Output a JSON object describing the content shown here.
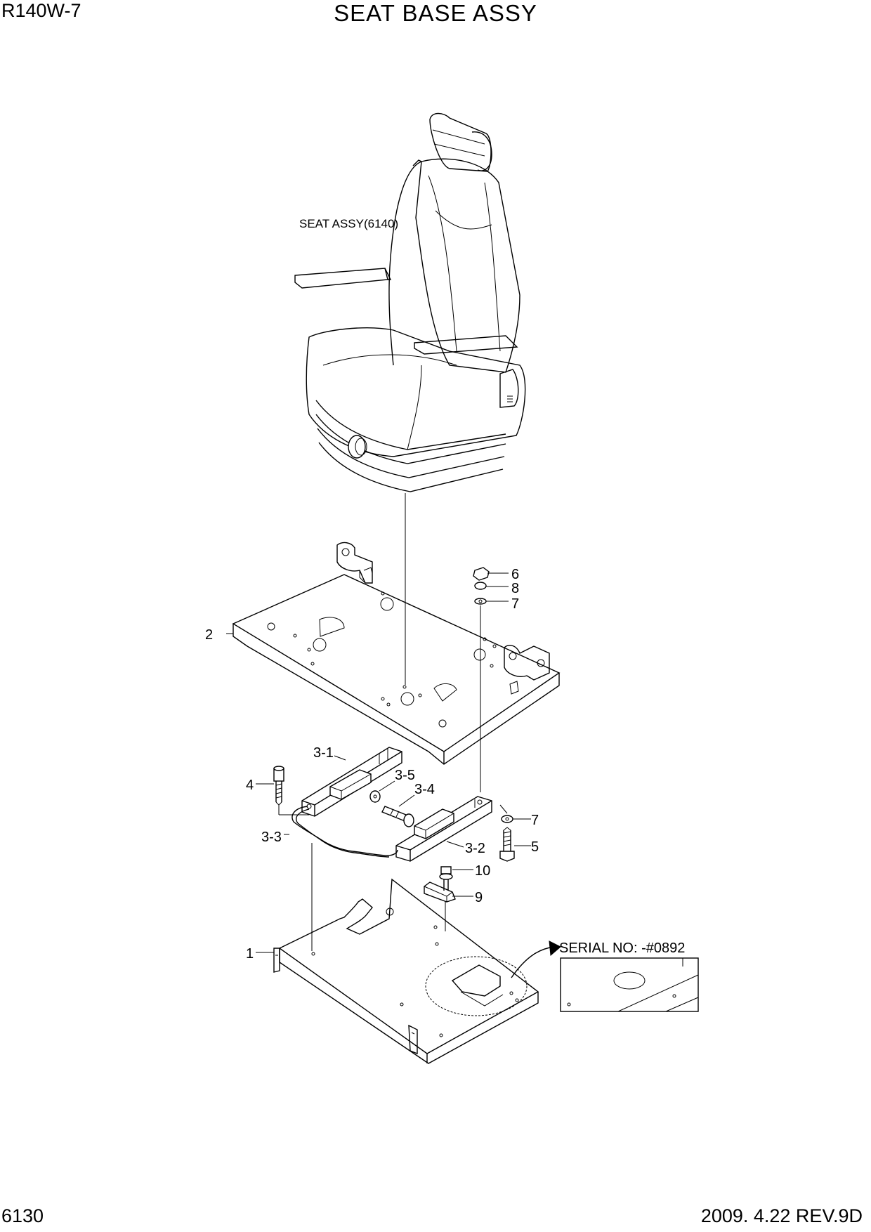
{
  "header": {
    "model": "R140W-7",
    "title": "SEAT BASE ASSY"
  },
  "footer": {
    "page_number": "6130",
    "revision": "2009. 4.22  REV.9D"
  },
  "notes": {
    "seat_assy": "SEAT ASSY(6140)",
    "serial_no": "SERIAL NO: -#0892"
  },
  "callouts": {
    "c1": "1",
    "c2": "2",
    "c3_1": "3-1",
    "c3_2": "3-2",
    "c3_3": "3-3",
    "c3_4": "3-4",
    "c3_5": "3-5",
    "c4": "4",
    "c5": "5",
    "c6": "6",
    "c7a": "7",
    "c7b": "7",
    "c8": "8",
    "c9": "9",
    "c10": "10"
  }
}
